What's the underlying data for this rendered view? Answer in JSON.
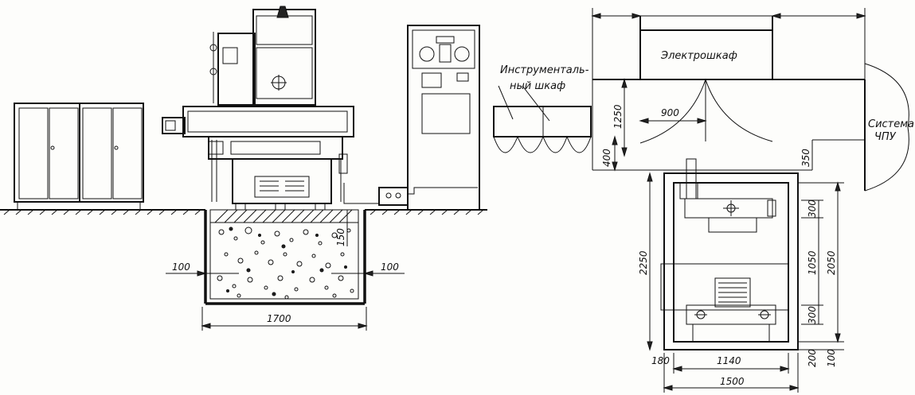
{
  "labels": {
    "tool_cabinet_line1": "Инструменталь-",
    "tool_cabinet_line2": "ный шкаф",
    "electrical_cabinet": "Электрошкаф",
    "cnc_system_line1": "Система",
    "cnc_system_line2": "ЧПУ"
  },
  "dimensions": {
    "foundation_width": "1700",
    "wall_left": "100",
    "wall_right": "100",
    "top_layer": "150",
    "cabinet_depth": "1250",
    "cabinet_door": "900",
    "tool_cabinet_depth": "400",
    "cnc_offset": "350",
    "base_length": "2250",
    "inner_length": "2050",
    "mid_span": "1050",
    "upper_pad": "300",
    "lower_pad": "300",
    "bottom_gap": "200",
    "bottom_margin": "100",
    "left_margin": "180",
    "inner_width": "1140",
    "outer_width": "1500"
  }
}
